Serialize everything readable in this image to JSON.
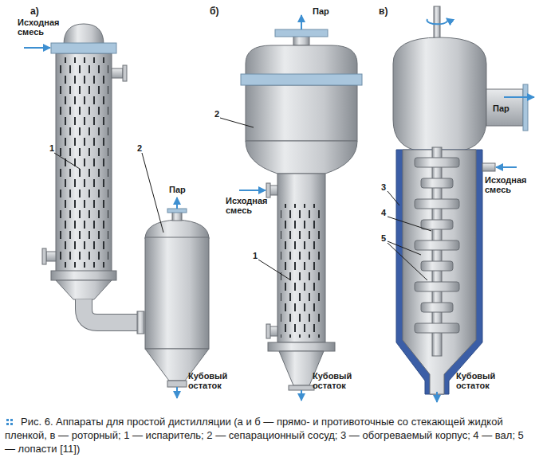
{
  "diagram": {
    "caption": "Рис. 6. Аппараты для простой дистилляции (а и б — прямо- и противоточные со стекающей жидкой пленкой, в — роторный; 1 — испаритель; 2 — сепарационный сосуд; 3 — обогреваемый корпус; 4 — вал; 5 — лопасти [11])",
    "labels": [
      "а)",
      "б)",
      "в)",
      "Исходная смесь",
      "Пар",
      "Пар",
      "Исходная смесь",
      "1",
      "2",
      "3",
      "Исходная смесь",
      "Пар",
      "4",
      "2",
      "5",
      "1",
      "Кубовый остаток",
      "Кубовый остаток",
      "Кубовый остаток"
    ]
  }
}
